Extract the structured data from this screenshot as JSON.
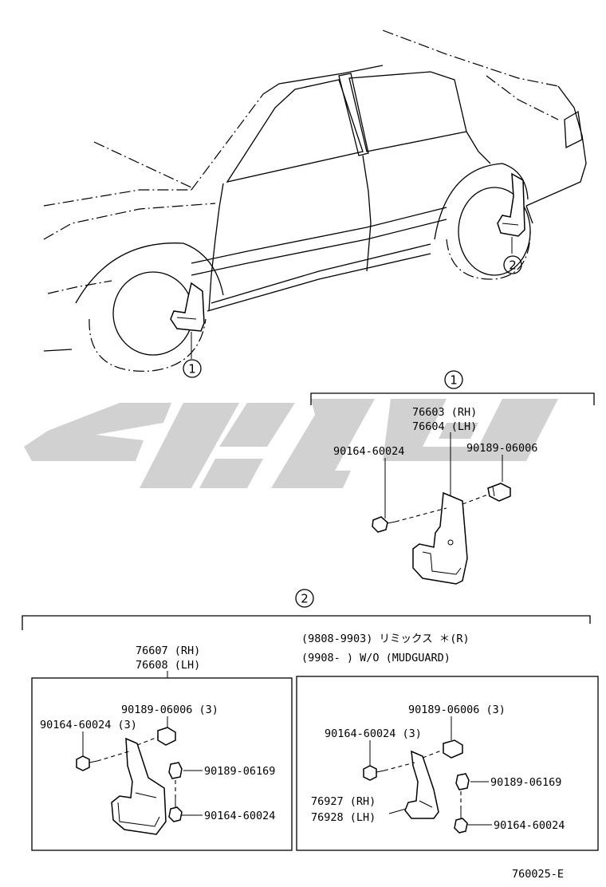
{
  "callouts": {
    "c1": "1",
    "c2": "2"
  },
  "group1": {
    "mudguard_rh": "76603 (RH)",
    "mudguard_lh": "76604 (LH)",
    "screw": "90164-60024",
    "clip": "90189-06006"
  },
  "group2": {
    "left_box": {
      "mudguard_rh": "76607 (RH)",
      "mudguard_lh": "76608 (LH)",
      "clip_top": "90189-06006 (3)",
      "screw_left": "90164-60024 (3)",
      "clip_right": "90189-06169",
      "screw_right": "90164-60024"
    },
    "note_line1": "(9808-9903) リミックス ＊(R)",
    "note_line2": "(9908-      ) W/O (MUDGUARD)",
    "right_box": {
      "clip_top": "90189-06006 (3)",
      "screw_left": "90164-60024 (3)",
      "clip_right": "90189-06169",
      "mudguard_rh": "76927 (RH)",
      "mudguard_lh": "76928 (LH)",
      "screw_right": "90164-60024"
    }
  },
  "figure_id": "760025-E"
}
